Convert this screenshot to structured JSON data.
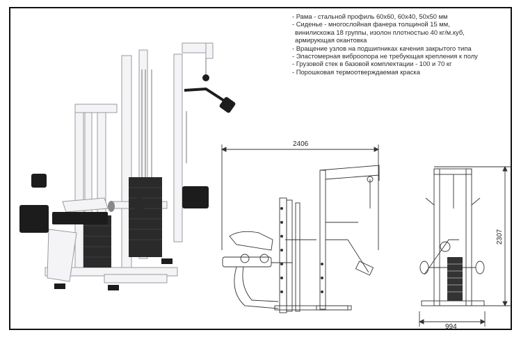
{
  "specs": [
    "- Рама - стальной профиль 60х60, 60х40, 50х50 мм",
    "- Сиденье - многослойная фанера толщиной 15 мм,",
    "  винилискожа 18 группы, изолон плотностью 40 кг/м.куб,",
    "  армирующая окантовка",
    "- Вращение узлов на подшипниках качения закрытого типа",
    "- Эластомерная виброопора не требующая крепления к полу",
    "- Грузовой стек в базовой комплектации - 100 и 70 кг",
    "- Порошковая термоотверждаемая краска"
  ],
  "dimensions": {
    "side_length": "2406",
    "height": "2307",
    "front_width": "994"
  },
  "colors": {
    "frame": "#f4f4f6",
    "outline": "#444444",
    "black_parts": "#1c1c1c"
  }
}
